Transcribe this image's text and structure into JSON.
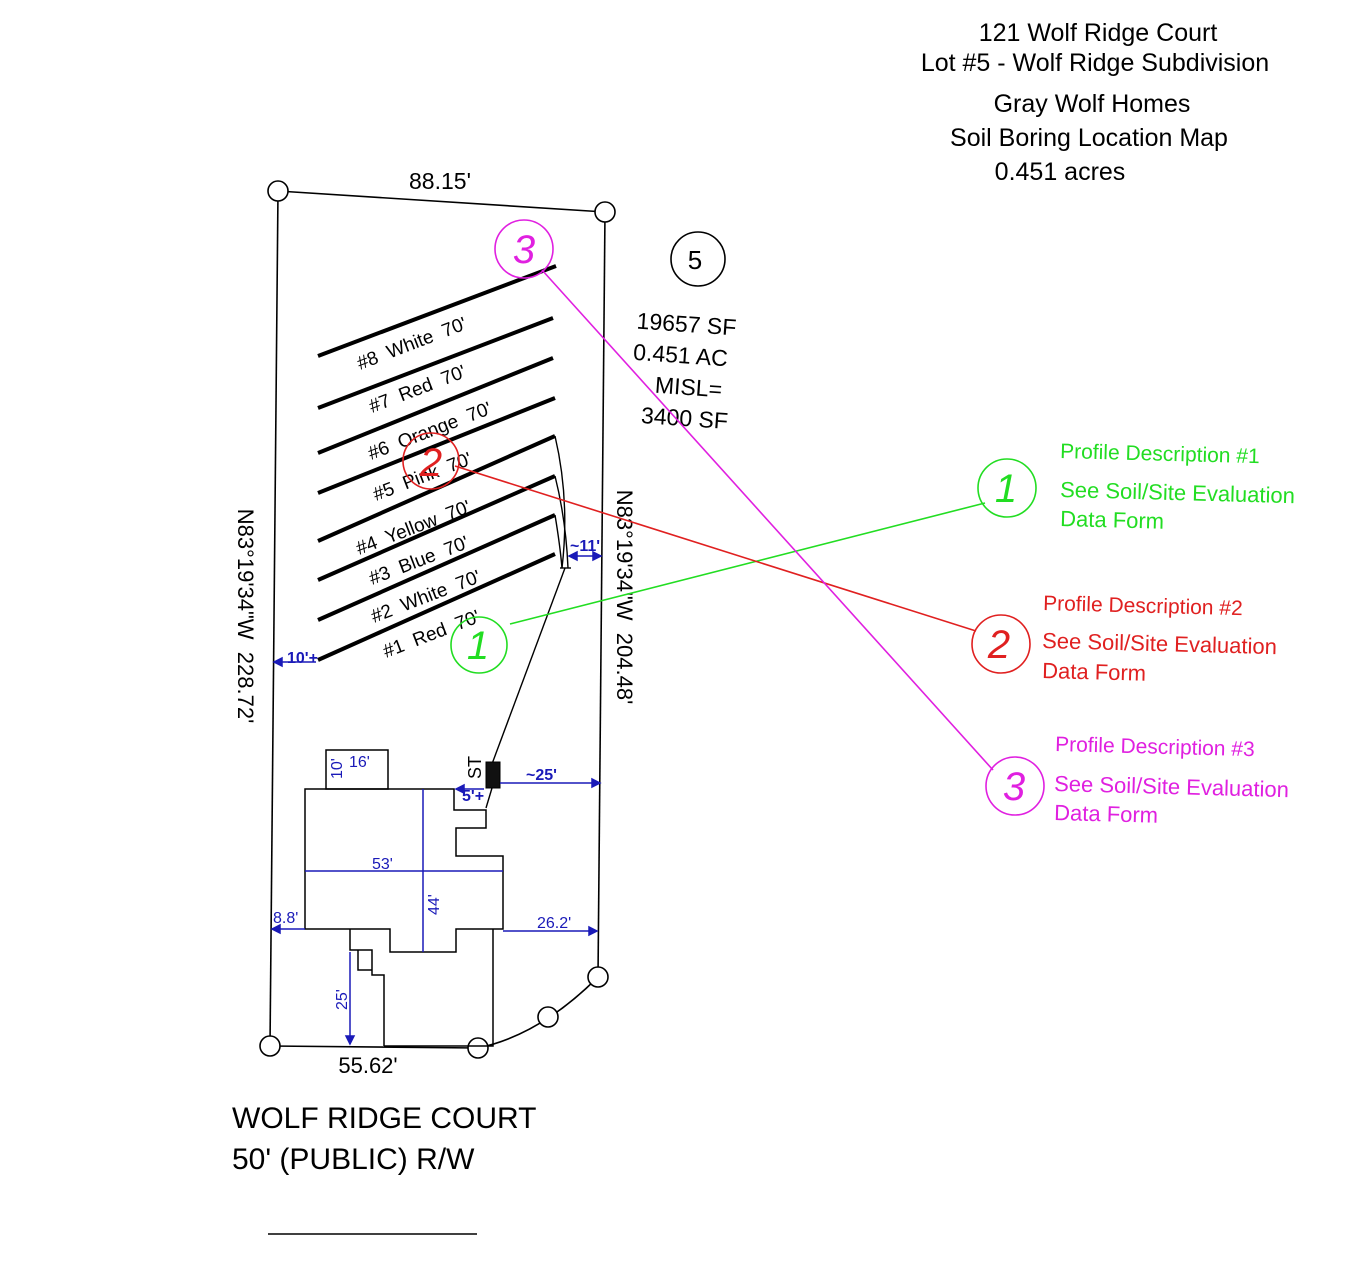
{
  "title": {
    "address": "121 Wolf Ridge Court",
    "lot": "Lot #5 - Wolf Ridge Subdivision",
    "builder": "Gray Wolf Homes",
    "map_name": "Soil Boring Location Map",
    "acreage": "0.451 acres"
  },
  "lot_info": {
    "lot_number": "5",
    "area_sf": "19657 SF",
    "area_ac": "0.451 AC",
    "misl_label": "MISL=",
    "misl_value": "3400 SF"
  },
  "boundary": {
    "top": "88.15'",
    "left": "N83°19'34\"W  228.72'",
    "right": "N83°19'34\"W  204.48'",
    "bottom": "55.62'"
  },
  "street": {
    "name": "WOLF RIDGE COURT",
    "row": "50' (PUBLIC) R/W"
  },
  "trenches": [
    "#8  White  70'",
    "#7  Red  70'",
    "#6  Orange  70'",
    "#5  Pink  70'",
    "#4  Yellow  70'",
    "#3  Blue  70'",
    "#2  White  70'",
    "#1  Red  70'"
  ],
  "dimensions": {
    "front_left": "10'+",
    "front_right": "~11'",
    "tank_setback": "~25'",
    "tank_offset": "5'+",
    "tank_label": "ST",
    "house_width": "53'",
    "house_depth": "44'",
    "porch_w": "16'",
    "porch_d": "10'",
    "side_left": "8.8'",
    "side_right": "26.2'",
    "driveway": "25'"
  },
  "borings": [
    {
      "number": "1",
      "color": "#22dd22",
      "title": "Profile Description #1",
      "line1": "See Soil/Site Evaluation",
      "line2": "Data Form"
    },
    {
      "number": "2",
      "color": "#e02020",
      "title": "Profile Description #2",
      "line1": "See Soil/Site Evaluation",
      "line2": "Data Form"
    },
    {
      "number": "3",
      "color": "#e020e0",
      "title": "Profile Description #3",
      "line1": "See Soil/Site Evaluation",
      "line2": "Data Form"
    }
  ],
  "colors": {
    "dimension": "#1a1ab8",
    "line": "#000000"
  }
}
